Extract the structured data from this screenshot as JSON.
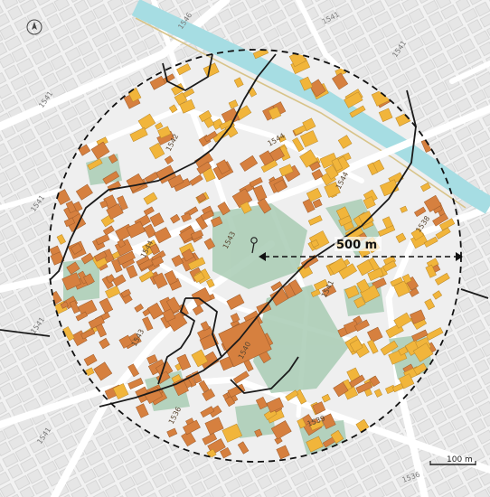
{
  "map": {
    "colors": {
      "background": "#f2f2f2",
      "street": "#ffffff",
      "block_outline": "#c9c9c9",
      "river": "#a6dde3",
      "green_space": "#a9ccb4",
      "building_old": "#d6803f",
      "building_new": "#f1b53b",
      "boundary_line": "#1a1a1a"
    },
    "parcel_labels": [
      "1546",
      "1541",
      "1541",
      "1541",
      "1541",
      "1541",
      "1541",
      "1542",
      "1544",
      "1544",
      "1544",
      "1538",
      "1543",
      "1541",
      "1543",
      "1540",
      "1536",
      "1539",
      "1536"
    ],
    "radius_label": "500 m",
    "scale_bar_label": "100 m",
    "icons": [
      "north-arrow-icon",
      "location-pin-icon"
    ]
  }
}
